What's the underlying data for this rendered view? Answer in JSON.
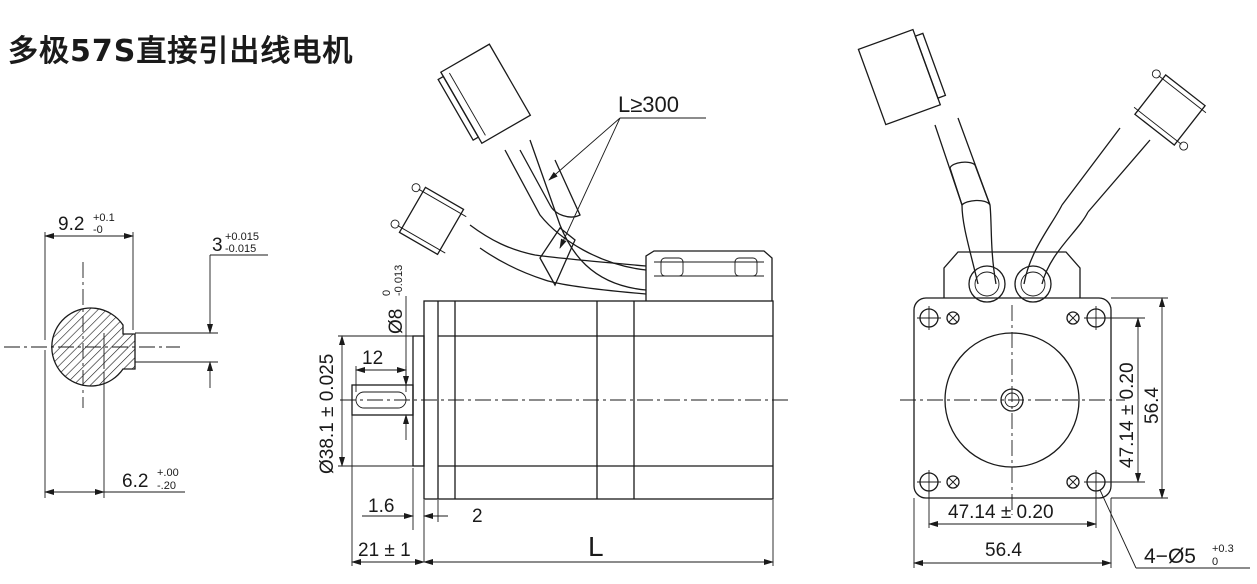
{
  "title": "多极57S直接引出线电机",
  "section_view": {
    "dim_width": {
      "base": "9.2",
      "upper": "+0.1",
      "lower": "-0"
    },
    "dim_key": {
      "base": "3",
      "upper": "+0.015",
      "lower": "-0.015"
    },
    "dim_depth": {
      "base": "6.2",
      "upper": "+.00",
      "lower": "-.20"
    }
  },
  "side_view": {
    "lead_length": "L≥300",
    "shaft_dia": {
      "base": "Ø8",
      "upper": "0",
      "lower": "-0.013"
    },
    "pilot_dia": "Ø38.1 ± 0.025",
    "key_length": "12",
    "flange_thk": "1.6",
    "gap": "2",
    "shaft_length": "21 ± 1",
    "body_length": "L"
  },
  "front_view": {
    "bolt_spacing_v": "47.14 ± 0.20",
    "size_v": "56.4",
    "bolt_spacing_h": "47.14 ± 0.20",
    "size_h": "56.4",
    "holes": {
      "base": "4−Ø5",
      "upper": "+0.3",
      "lower": "0"
    }
  }
}
